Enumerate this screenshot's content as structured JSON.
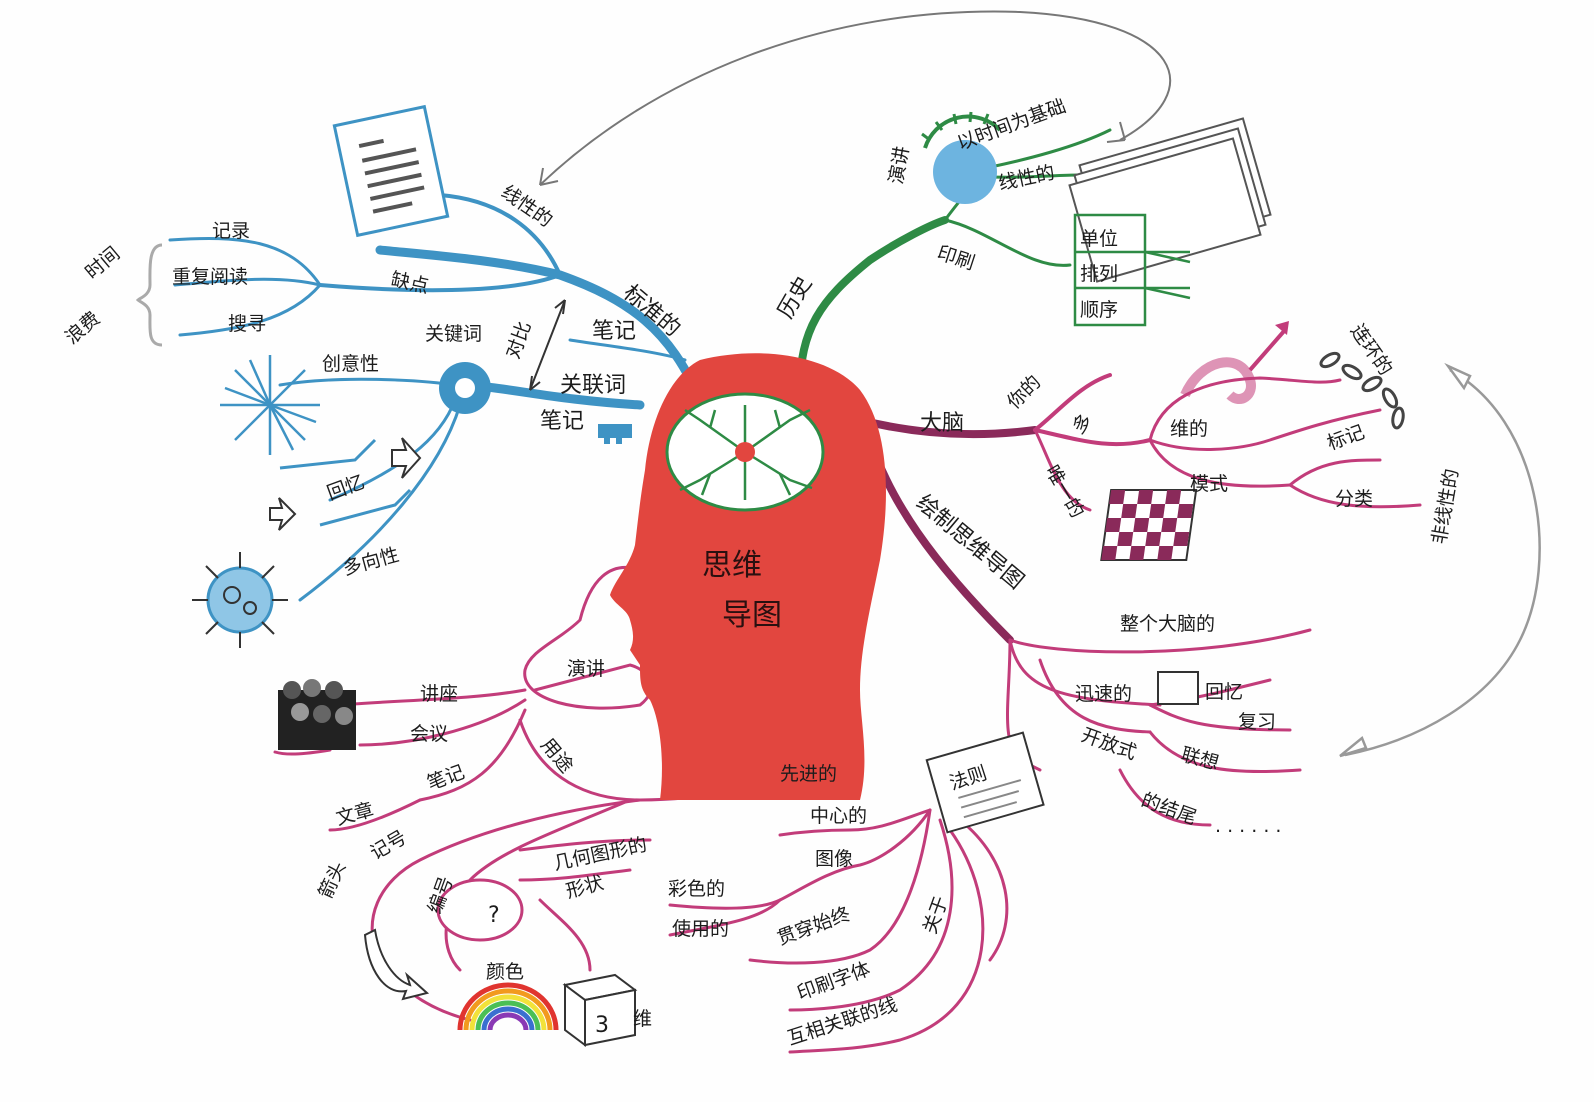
{
  "colors": {
    "blue": "#3e93c4",
    "green": "#2e8b45",
    "magenta": "#c23c7a",
    "purple": "#8a2a5a",
    "head": "#e2463f",
    "gray_arrow": "#777777"
  },
  "center": {
    "title_line1": "思维",
    "title_line2": "导图"
  },
  "blue_branch": {
    "main_1": "标准的",
    "linear": "线性的",
    "flaws": "缺点",
    "record": "记录",
    "reread": "重复阅读",
    "search": "搜寻",
    "time": "时间",
    "waste": "浪费",
    "contrast": "对比",
    "notes_1": "笔记",
    "main_2": "关联词",
    "keyword": "关键词",
    "creativity": "创意性",
    "recall": "回忆",
    "multi": "多向性",
    "notes_2": "笔记"
  },
  "green_branch": {
    "main": "历史",
    "speech": "演讲",
    "time_based": "以时间为基础",
    "linear": "线性的",
    "print": "印刷",
    "unit": "单位",
    "arrange": "排列",
    "order": "顺序"
  },
  "brain_branch": {
    "main": "大脑",
    "yours": "你的",
    "multi": "多",
    "unique": "唯一的",
    "dimensional": "维的",
    "pattern": "模式",
    "mark": "标记",
    "classify": "分类",
    "chained": "连环的",
    "nonlinear": "非线性的"
  },
  "draw_branch": {
    "main": "绘制思维导图",
    "whole_brain": "整个大脑的",
    "fast": "迅速的",
    "recall": "回忆",
    "review": "复习",
    "open": "开放式",
    "associate": "联想",
    "ending": "的结尾"
  },
  "use_branch": {
    "speech": "演讲",
    "use": "用途",
    "lecture": "讲座",
    "meeting": "会议",
    "notes": "笔记",
    "article": "文章",
    "rules": "法则",
    "advanced": "先进的",
    "central": "中心的",
    "image": "图像",
    "colorful": "彩色的",
    "using": "使用的",
    "throughout": "贯穿始终",
    "print_font": "印刷字体",
    "related_lines": "互相关联的线",
    "key": "关于",
    "arrow": "箭头",
    "symbol": "记号",
    "code": "编号",
    "geometric": "几何图形的",
    "shape": "形状",
    "color": "颜色",
    "three_d": "维",
    "three": "3",
    "question": "?"
  }
}
